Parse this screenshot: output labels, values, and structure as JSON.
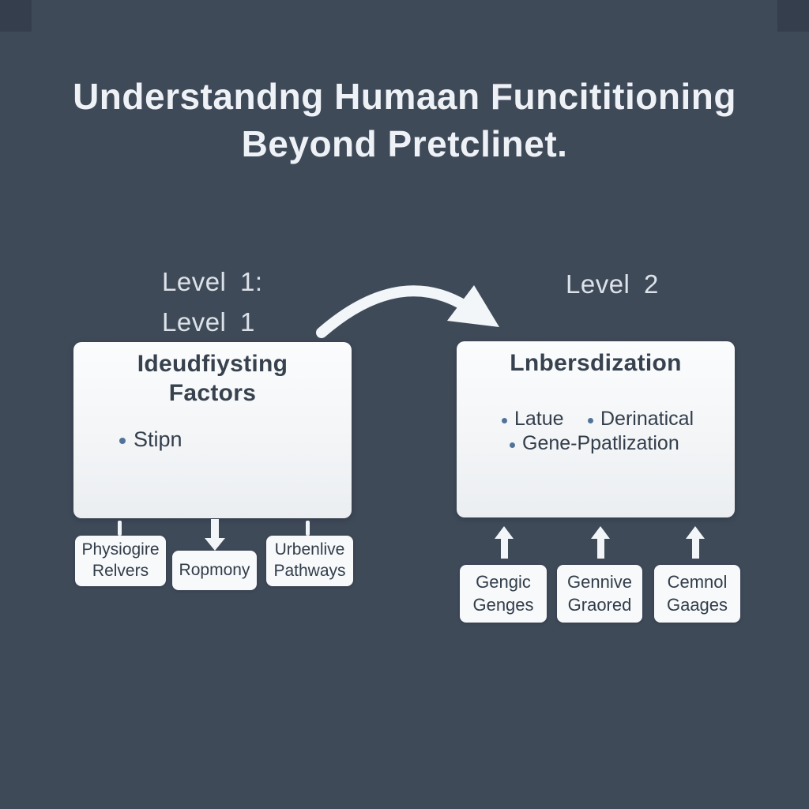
{
  "colors": {
    "background": "#3f4a59",
    "box_fill": "#f7f9fb",
    "text_light": "#eef2f6",
    "label_light": "#dce2e9",
    "text_dark": "#333e4b",
    "bullet": "#527399",
    "arrow": "#f3f6f8"
  },
  "title": {
    "line1": "Understandng Humaan Funcititioning",
    "line2": "Beyond Pretclinet."
  },
  "level1": {
    "label_line1": "Level 1:",
    "label_line2": "Level 1",
    "box": {
      "heading_line1": "Ideudfiysting",
      "heading_line2": "Factors",
      "bullet": "Stipn"
    },
    "children": [
      {
        "line1": "Physiogire",
        "line2": "Relvers"
      },
      {
        "line1": "Ropmony",
        "line2": ""
      },
      {
        "line1": "Urbenlive",
        "line2": "Pathways"
      }
    ]
  },
  "level2": {
    "label": "Level 2",
    "box": {
      "heading": "Lnbersdization",
      "bullet1": "Latue",
      "bullet2": "Derinatical",
      "bullet3": "Gene-Ppatlization"
    },
    "children": [
      {
        "line1": "Gengic",
        "line2": "Genges"
      },
      {
        "line1": "Gennive",
        "line2": "Graored"
      },
      {
        "line1": "Cemnol",
        "line2": "Gaages"
      }
    ]
  }
}
